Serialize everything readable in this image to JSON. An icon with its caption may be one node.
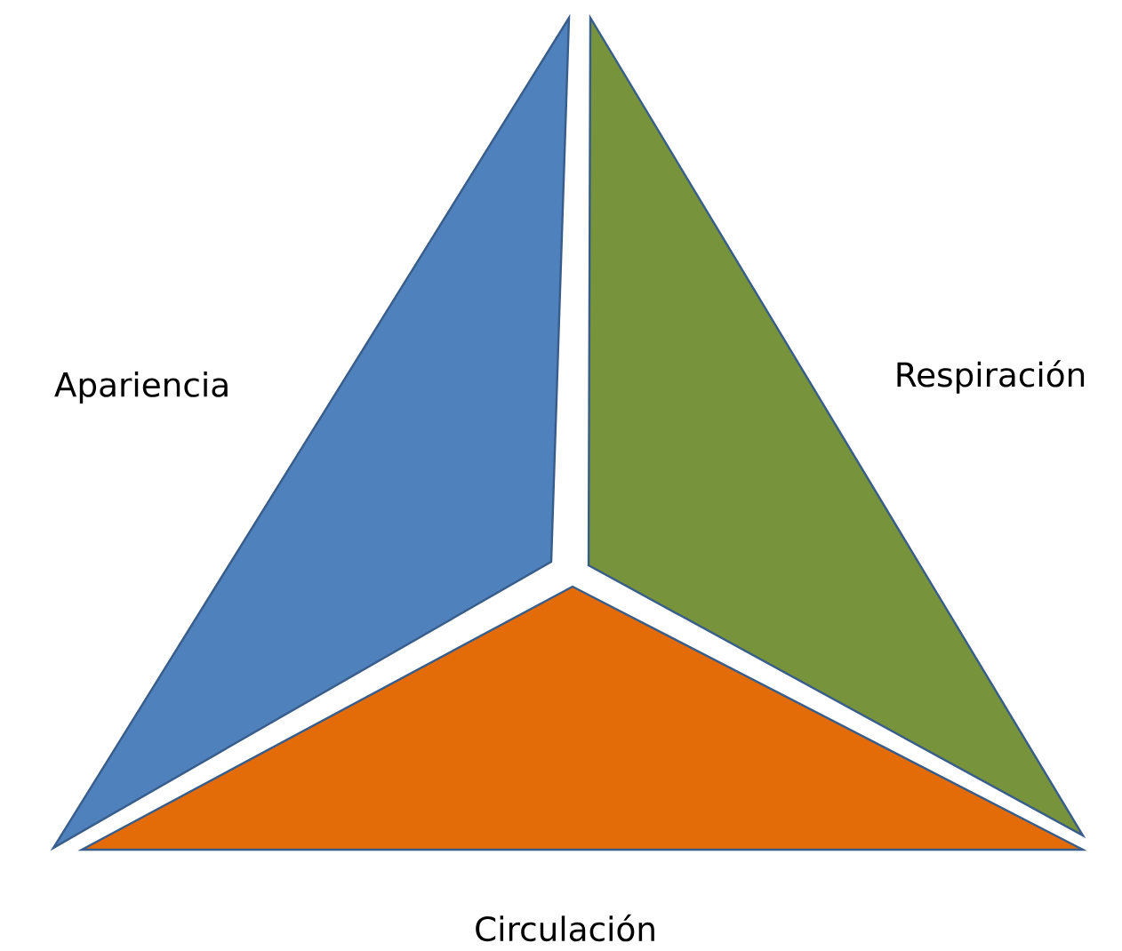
{
  "diagram": {
    "nodes": [
      {
        "text": [],
        "shape": "triangle",
        "beside": [
          "Apariencia"
        ]
      },
      {
        "text": [],
        "shape": "triangle",
        "beside": [
          "Respiración"
        ]
      },
      {
        "text": [],
        "shape": "triangle",
        "beside": [
          "Circulación"
        ]
      }
    ]
  }
}
